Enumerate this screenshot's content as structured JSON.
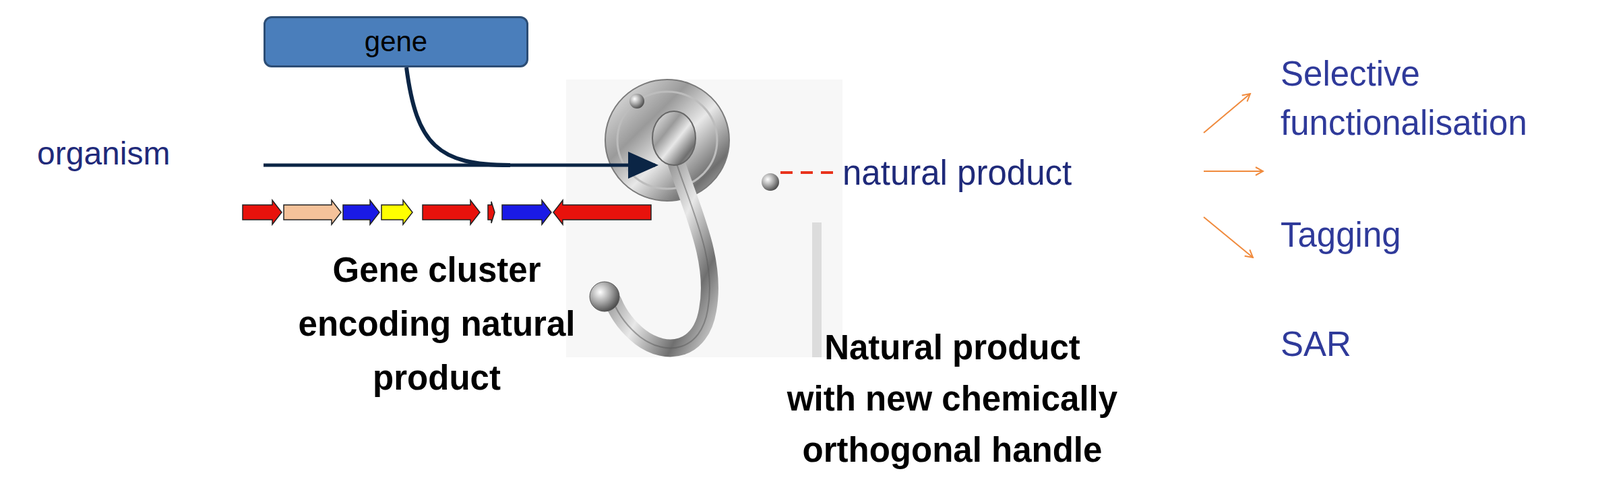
{
  "diagram": {
    "nodes": [
      {
        "text": [
          "gene"
        ]
      }
    ],
    "labels": [
      "organism",
      "Gene cluster encoding natural product",
      "natural product",
      "Natural product with new chemically orthogonal handle",
      "Selective functionalisation",
      "Tagging",
      "SAR"
    ]
  }
}
